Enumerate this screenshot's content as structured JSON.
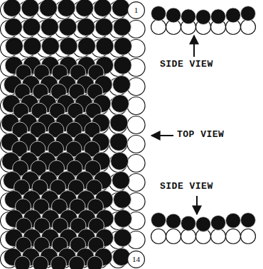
{
  "diagram": {
    "nodes": [
      {
        "text": [
          "1"
        ]
      },
      {
        "text": [
          "14"
        ]
      }
    ],
    "labels": [
      "SIDE VIEW",
      "TOP VIEW",
      "SIDE VIEW"
    ]
  }
}
